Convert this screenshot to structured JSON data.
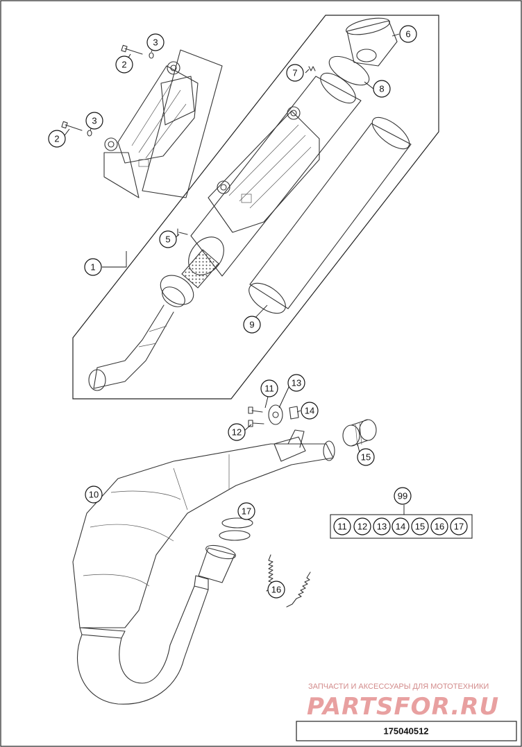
{
  "callouts": {
    "c1": "1",
    "c2a": "2",
    "c2b": "2",
    "c3a": "3",
    "c3b": "3",
    "c5": "5",
    "c6": "6",
    "c7": "7",
    "c8": "8",
    "c9": "9",
    "c10": "10",
    "c11": "11",
    "c12": "12",
    "c13": "13",
    "c14": "14",
    "c15": "15",
    "c16": "16",
    "c17": "17",
    "c99": "99"
  },
  "kit": [
    "11",
    "12",
    "13",
    "14",
    "15",
    "16",
    "17"
  ],
  "watermark": {
    "tagline": "ЗАПЧАСТИ И АКСЕССУАРЫ ДЛЯ МОТОТЕХНИКИ",
    "logo": "PARTSFOR.RU"
  },
  "drawing_number": "175040512"
}
